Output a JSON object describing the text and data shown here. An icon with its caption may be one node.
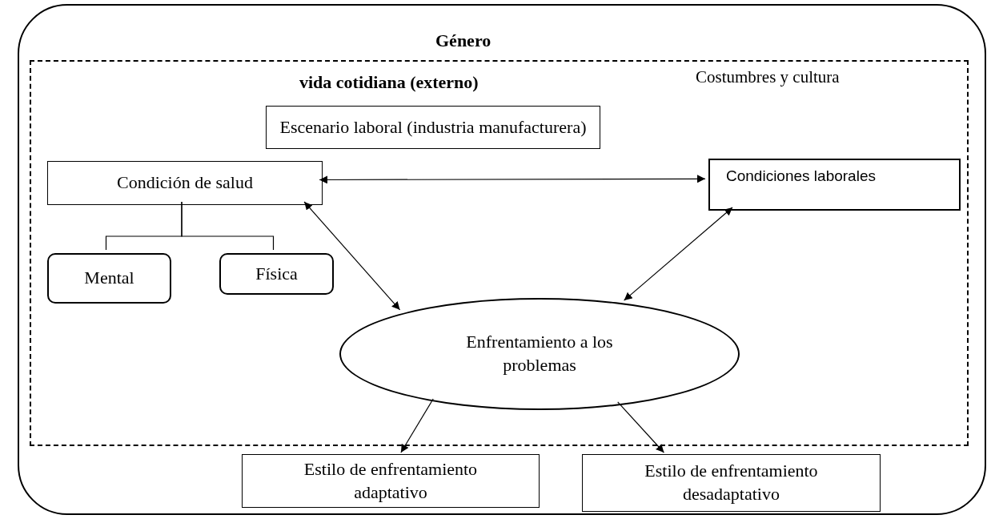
{
  "diagram": {
    "nodes": [
      {
        "text": [
          "Género"
        ]
      },
      {
        "text": [
          "vida cotidiana (externo)",
          "Costumbres y cultura"
        ],
        "in": 0
      },
      {
        "text": [
          "Escenario laboral (industria manufacturera)"
        ],
        "in": 1
      },
      {
        "text": [
          "Condición de salud"
        ],
        "in": 1
      },
      {
        "text": [
          "Condiciones laborales"
        ],
        "in": 1
      },
      {
        "text": [
          "Mental"
        ],
        "in": 1
      },
      {
        "text": [
          "Física"
        ],
        "in": 1
      },
      {
        "text": [
          "Enfrentamiento a los problemas"
        ],
        "in": 1
      },
      {
        "text": [
          "Estilo de enfrentamiento adaptativo"
        ],
        "in": 0
      },
      {
        "text": [
          "Estilo de enfrentamiento desadaptativo"
        ],
        "in": 0
      }
    ],
    "edges": [
      {
        "from": 3,
        "to": 4,
        "arrow": "both"
      },
      {
        "from": 3,
        "to": 5,
        "arrow": "none"
      },
      {
        "from": 3,
        "to": 6,
        "arrow": "none"
      },
      {
        "from": 7,
        "to": 3,
        "arrow": "both"
      },
      {
        "from": 7,
        "to": 4,
        "arrow": "both"
      },
      {
        "from": 7,
        "to": 8,
        "arrow": "to"
      },
      {
        "from": 7,
        "to": 9,
        "arrow": "to"
      }
    ]
  }
}
